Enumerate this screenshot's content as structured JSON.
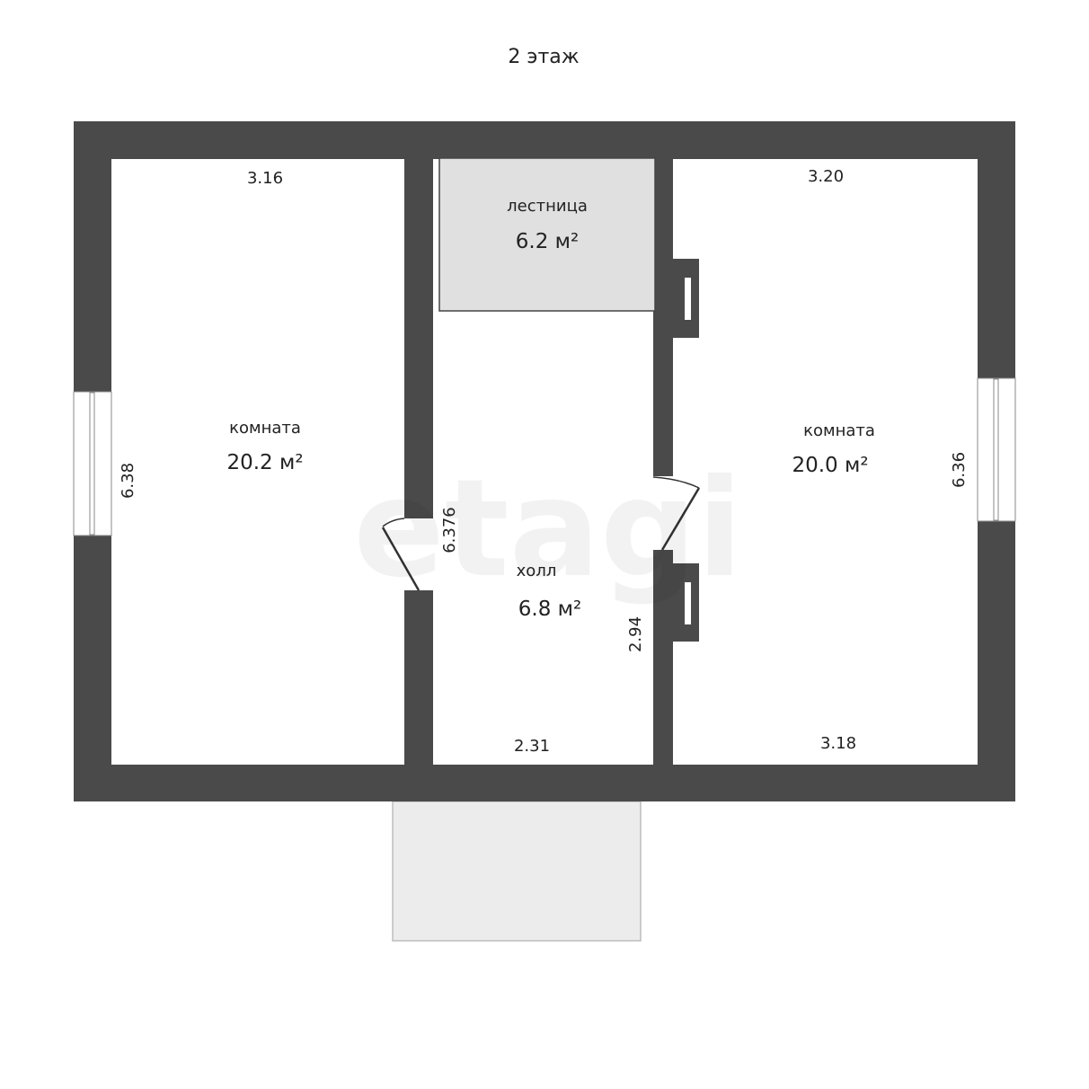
{
  "floor_title": "2 этаж",
  "watermark": "etagi",
  "rooms": {
    "left": {
      "name": "комната",
      "area": "20.2 м²",
      "dim_top": "3.16",
      "dim_side": "6.38"
    },
    "stairs": {
      "name": "лестница",
      "area": "6.2 м²"
    },
    "hall": {
      "name": "холл",
      "area": "6.8 м²",
      "dim_bottom": "2.31",
      "dim_left": "6.376",
      "dim_right": "2.94"
    },
    "right": {
      "name": "комната",
      "area": "20.0 м²",
      "dim_top": "3.20",
      "dim_bottom": "3.18",
      "dim_side": "6.36"
    }
  },
  "colors": {
    "wall": "#4a4a4a",
    "stairs": "#e0e0e0",
    "balcony": "#ececec"
  }
}
